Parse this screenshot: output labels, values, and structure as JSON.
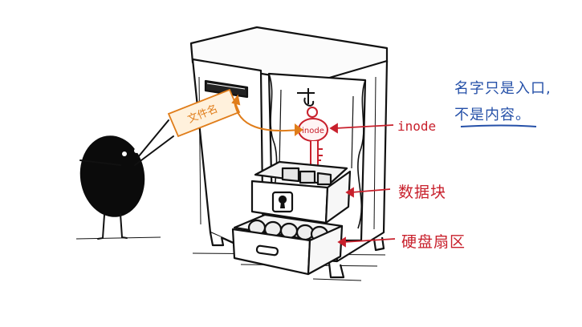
{
  "labels": {
    "filename_card": "文件名",
    "key_tag": "inode",
    "inode": "inode",
    "data_block": "数据块",
    "disk_sector": "硬盘扇区"
  },
  "note": {
    "line1": "名字只是入口,",
    "line2": "不是内容。"
  },
  "colors": {
    "ink": "#111111",
    "red": "#c8202c",
    "orange": "#e07d1a",
    "blue": "#2550a8",
    "card_fill": "#fff1dc"
  }
}
